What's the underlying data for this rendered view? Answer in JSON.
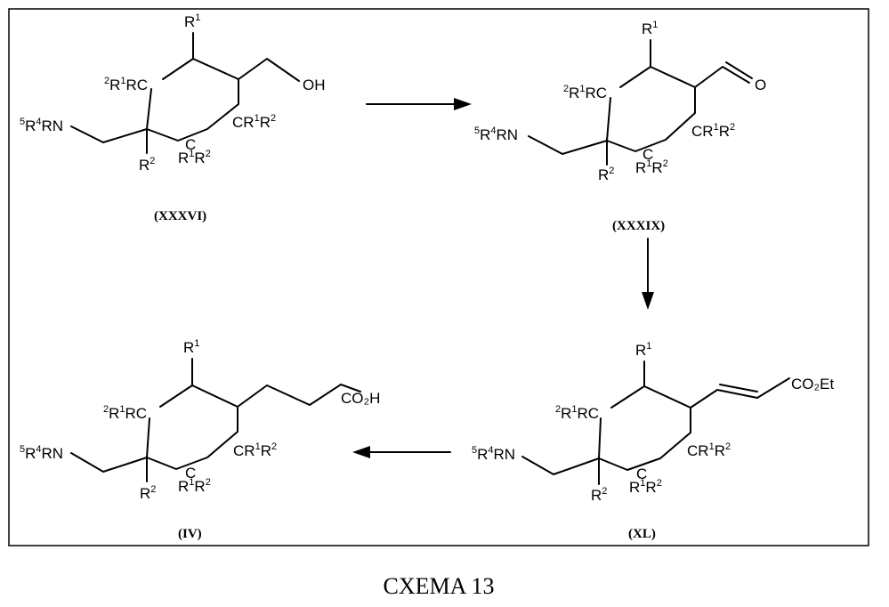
{
  "compounds": {
    "xxxvi": "(XXXVI)",
    "xxxix": "(XXXIX)",
    "xl": "(XL)",
    "iv": "(IV)"
  },
  "labels": {
    "r1": "R",
    "r1_sup": "1",
    "r2": "R",
    "r2_sup": "2",
    "amine_pre": "5",
    "amine_r": "R",
    "amine_sup": "4",
    "amine_post": "RN",
    "ring_c_left_pre": "2",
    "ring_c_left_r": "R",
    "ring_c_left_sup": "1",
    "ring_c_left_post": "RC",
    "cr1r2_c": "CR",
    "cr1r2_sup1": "1",
    "cr1r2_r": "R",
    "cr1r2_sup2": "2",
    "bottom_c": "C",
    "bottom_r1": "R",
    "bottom_sup1": "1",
    "bottom_r2": "R",
    "bottom_sup2": "2",
    "oh": "OH",
    "o": "O",
    "co2et": "CO₂Et",
    "co2h": "CO₂H"
  },
  "caption": "CXEMA 13"
}
